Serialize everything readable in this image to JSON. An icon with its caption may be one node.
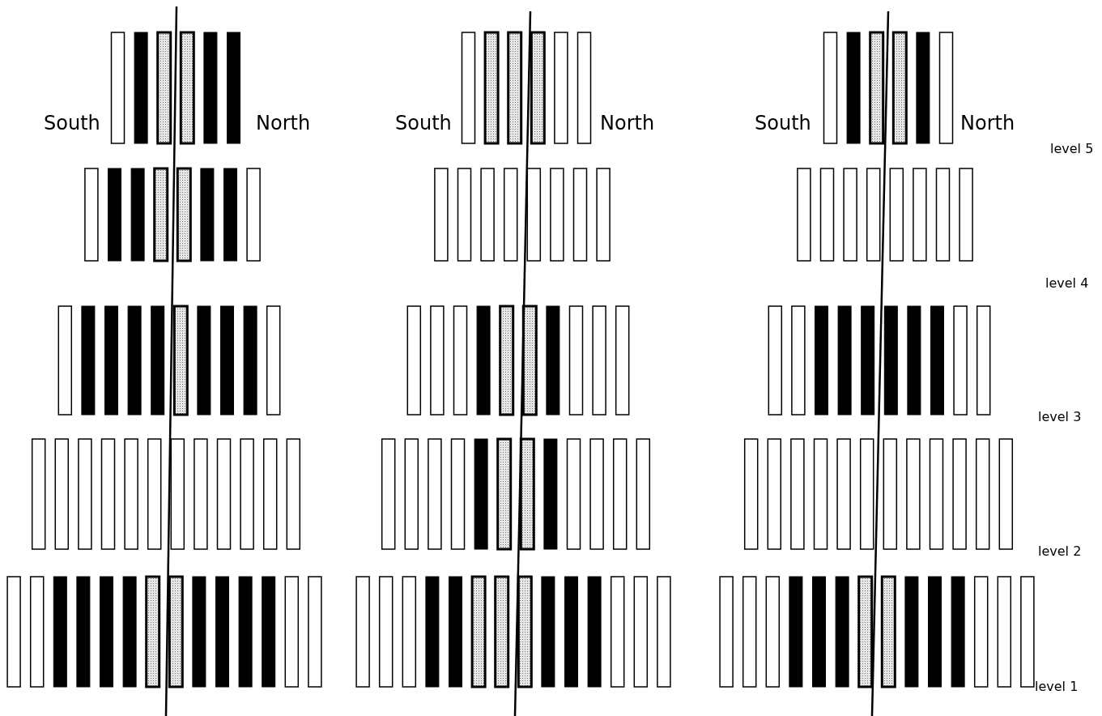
{
  "diagram": {
    "labels": [
      "South",
      "North",
      "South",
      "North",
      "South",
      "North",
      "level 5",
      "level 4",
      "level 3",
      "level 2",
      "level 1"
    ]
  }
}
